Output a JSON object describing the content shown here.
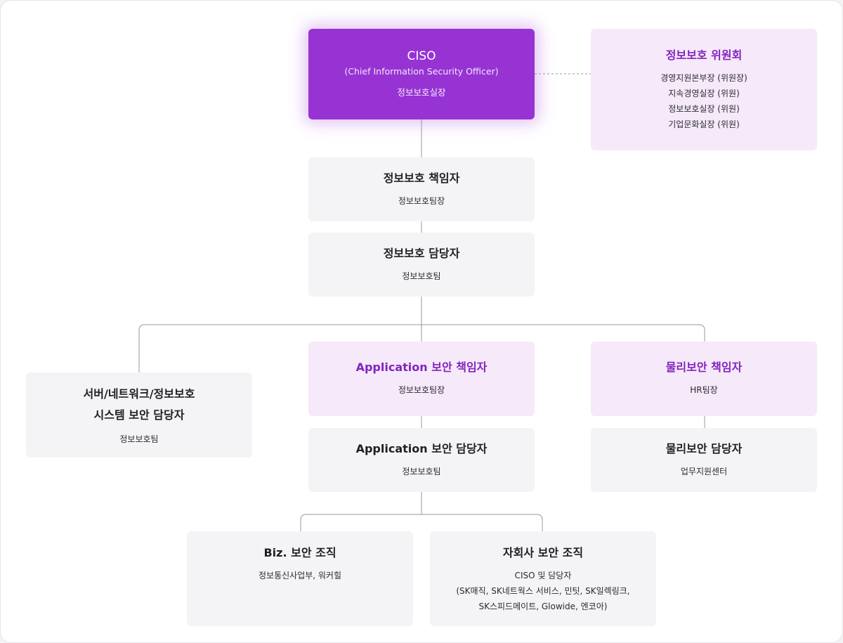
{
  "ciso": {
    "title": "CISO",
    "subtitle": "(Chief Information Security Officer)",
    "role": "정보보호실장"
  },
  "committee": {
    "title": "정보보호 위원회",
    "members": [
      "경영지원본부장 (위원장)",
      "지속경영실장 (위원)",
      "정보보호실장 (위원)",
      "기업문화실장 (위원)"
    ]
  },
  "responsible": {
    "title": "정보보호 책임자",
    "dept": "정보보호팀장"
  },
  "officer": {
    "title": "정보보호 담당자",
    "dept": "정보보호팀"
  },
  "server": {
    "title_line1": "서버/네트워크/정보보호",
    "title_line2": "시스템 보안 담당자",
    "dept": "정보보호팀"
  },
  "app_lead": {
    "title": "Application 보안 책임자",
    "dept": "정보보호팀장"
  },
  "app_officer": {
    "title": "Application 보안 담당자",
    "dept": "정보보호팀"
  },
  "phys_lead": {
    "title": "물리보안 책임자",
    "dept": "HR팀장"
  },
  "phys_officer": {
    "title": "물리보안 담당자",
    "dept": "업무지원센터"
  },
  "biz": {
    "title": "Biz. 보안 조직",
    "dept": "정보통신사업부, 워커힐"
  },
  "subsidiary": {
    "title": "자회사 보안 조직",
    "line1": "CISO 및 담당자",
    "line2": "(SK매직, SK네트웍스 서비스, 민팃, SK일렉링크,",
    "line3": "SK스피드메이트, Glowide, 엔코아)"
  },
  "colors": {
    "ciso_box": "#9733d3",
    "accent_box": "#f6e9fa",
    "accent_text": "#8124bd",
    "neutral_box": "#f4f4f6",
    "connector": "#9a9aa0"
  }
}
